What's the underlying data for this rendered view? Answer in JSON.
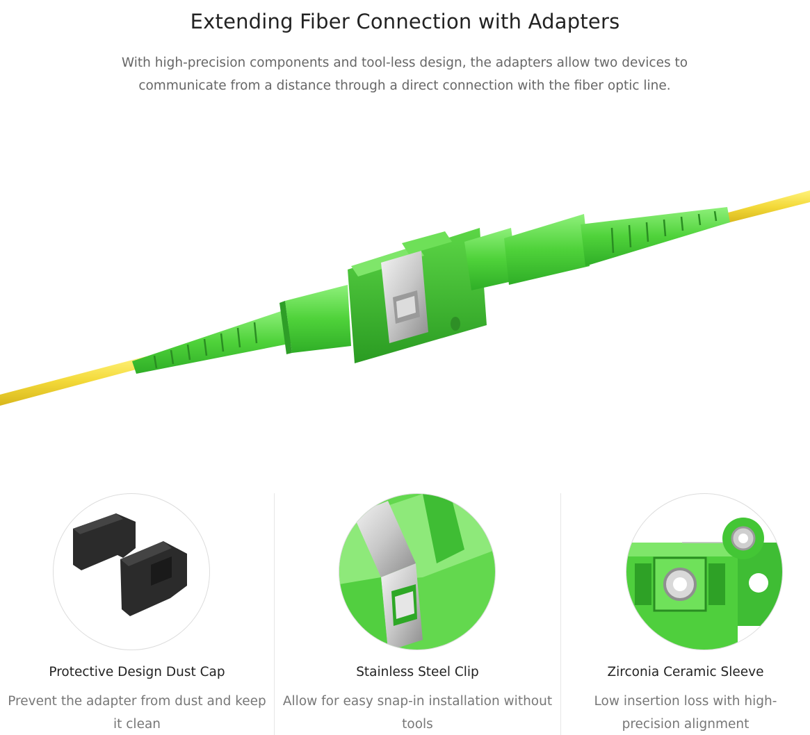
{
  "header": {
    "title": "Extending Fiber Connection with Adapters",
    "subtitle": "With high-precision components and tool-less design, the adapters allow two devices to communicate from a distance through a direct connection with the fiber optic line."
  },
  "hero": {
    "image": "sc-apc-fiber-adapter-with-patch-cables",
    "colors": {
      "connector": "#5fd84a",
      "cable": "#f5e04a",
      "clip": "#d9d9d9"
    }
  },
  "features": [
    {
      "icon": "dust-cap-icon",
      "title": "Protective Design Dust Cap",
      "description": "Prevent the adapter from dust and keep it clean"
    },
    {
      "icon": "steel-clip-icon",
      "title": "Stainless Steel Clip",
      "description": "Allow for easy snap-in installation without tools"
    },
    {
      "icon": "ceramic-sleeve-icon",
      "title": "Zirconia Ceramic Sleeve",
      "description": "Low insertion loss with high-precision alignment"
    }
  ]
}
